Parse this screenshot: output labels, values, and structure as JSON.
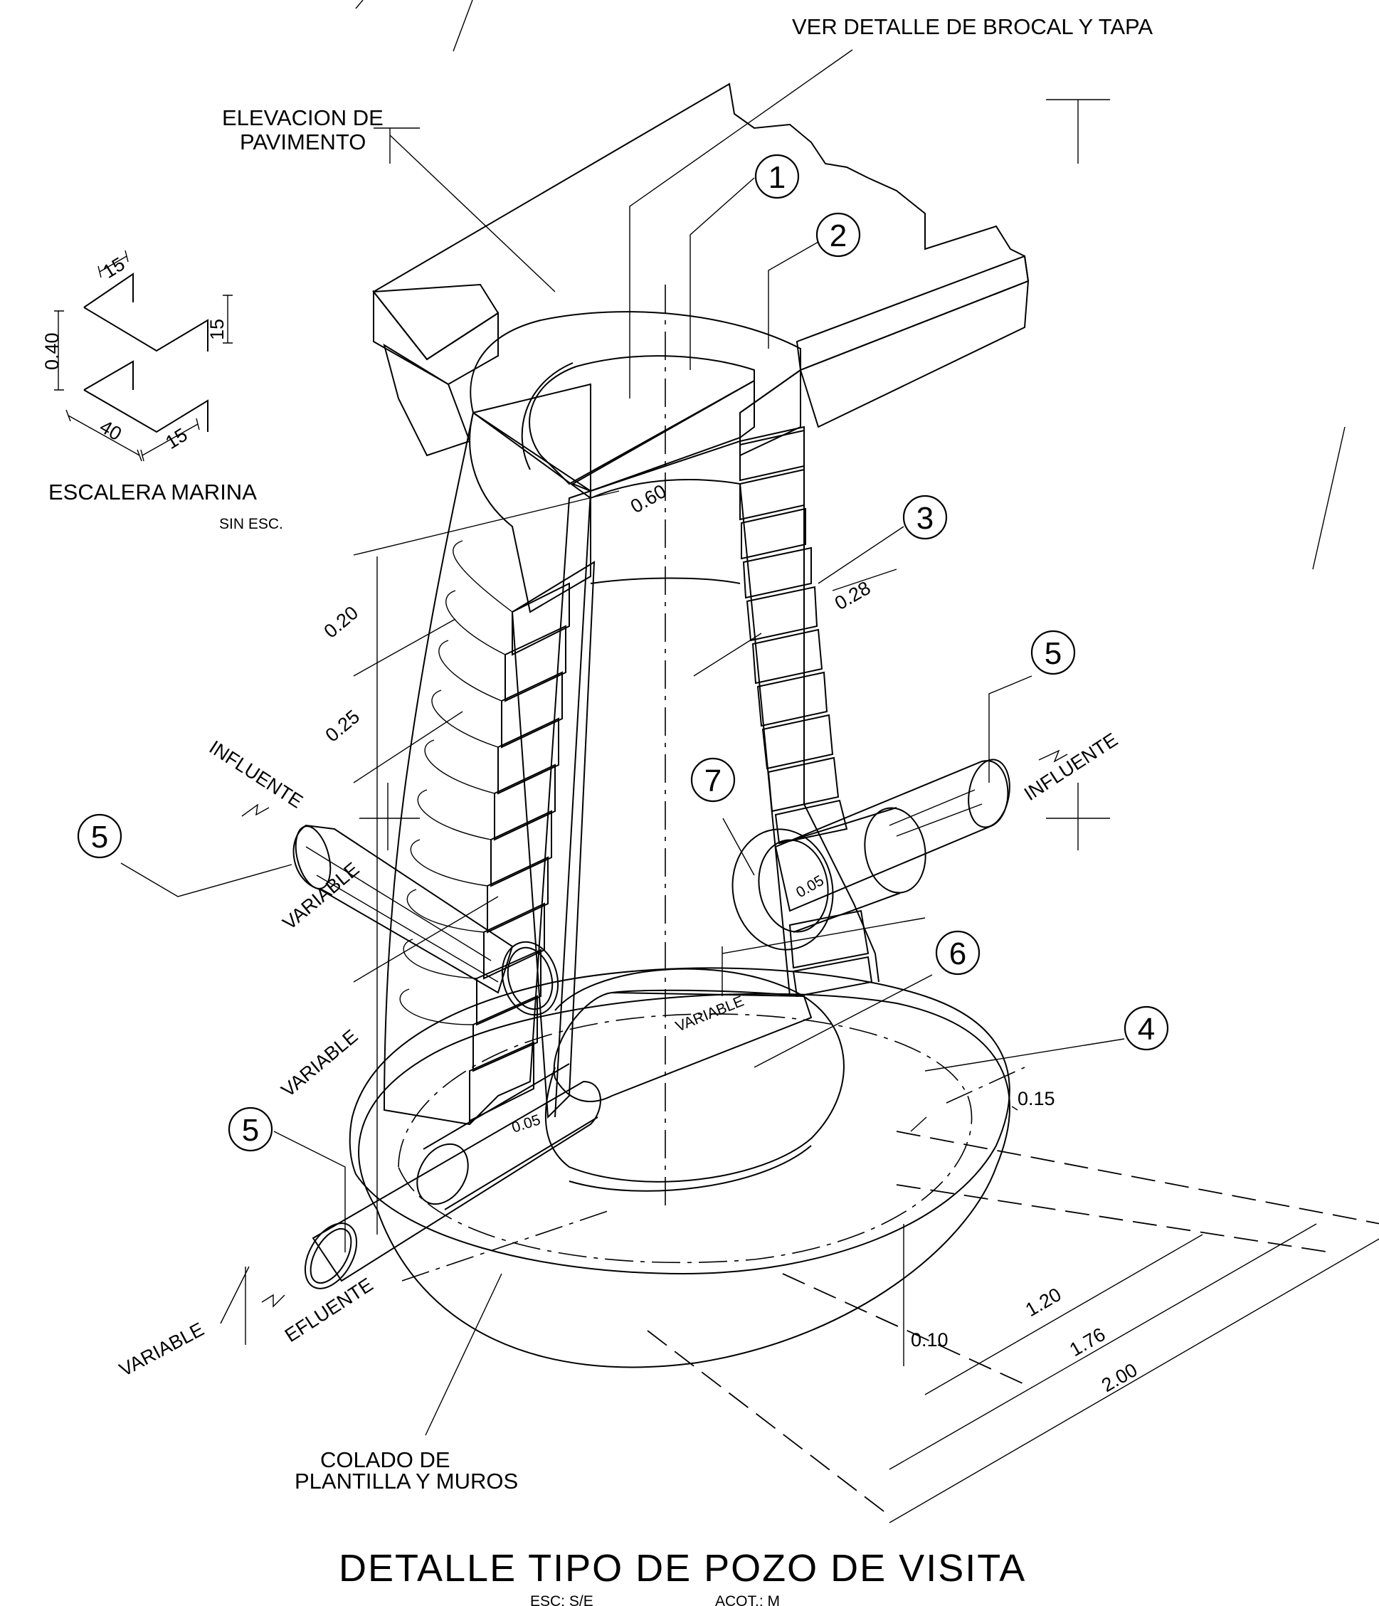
{
  "title": "DETALLE TIPO DE POZO DE VISITA",
  "subtitle_scale": "ESC: S/E",
  "subtitle_units": "ACOT.: M",
  "labels": {
    "brocal": "VER DETALLE DE BROCAL Y TAPA",
    "pavimento_1": "ELEVACION DE",
    "pavimento_2": "PAVIMENTO",
    "escalera": "ESCALERA MARINA",
    "sin_esc": "SIN ESC.",
    "influente_left": "INFLUENTE",
    "influente_right": "INFLUENTE",
    "efluente": "EFLUENTE",
    "variable_1": "VARIABLE",
    "variable_2": "VARIABLE",
    "variable_3": "VARIABLE",
    "variable_4": "VARIABLE",
    "colado_1": "COLADO  DE",
    "colado_2": "PLANTILLA Y MUROS"
  },
  "callouts": [
    "1",
    "2",
    "3",
    "4",
    "5",
    "6",
    "7"
  ],
  "dimensions": {
    "d060": "0.60",
    "d028": "0.28",
    "d020": "0.20",
    "d025": "0.25",
    "d005a": "0.05",
    "d005b": "0.05",
    "d015": "0.15",
    "d010": "0.10",
    "d120": "1.20",
    "d176": "1.76",
    "d200": "2.00"
  },
  "escalera_dims": {
    "top": "15",
    "right": "15",
    "height": "0.40",
    "width": "40",
    "bottom": "15"
  }
}
